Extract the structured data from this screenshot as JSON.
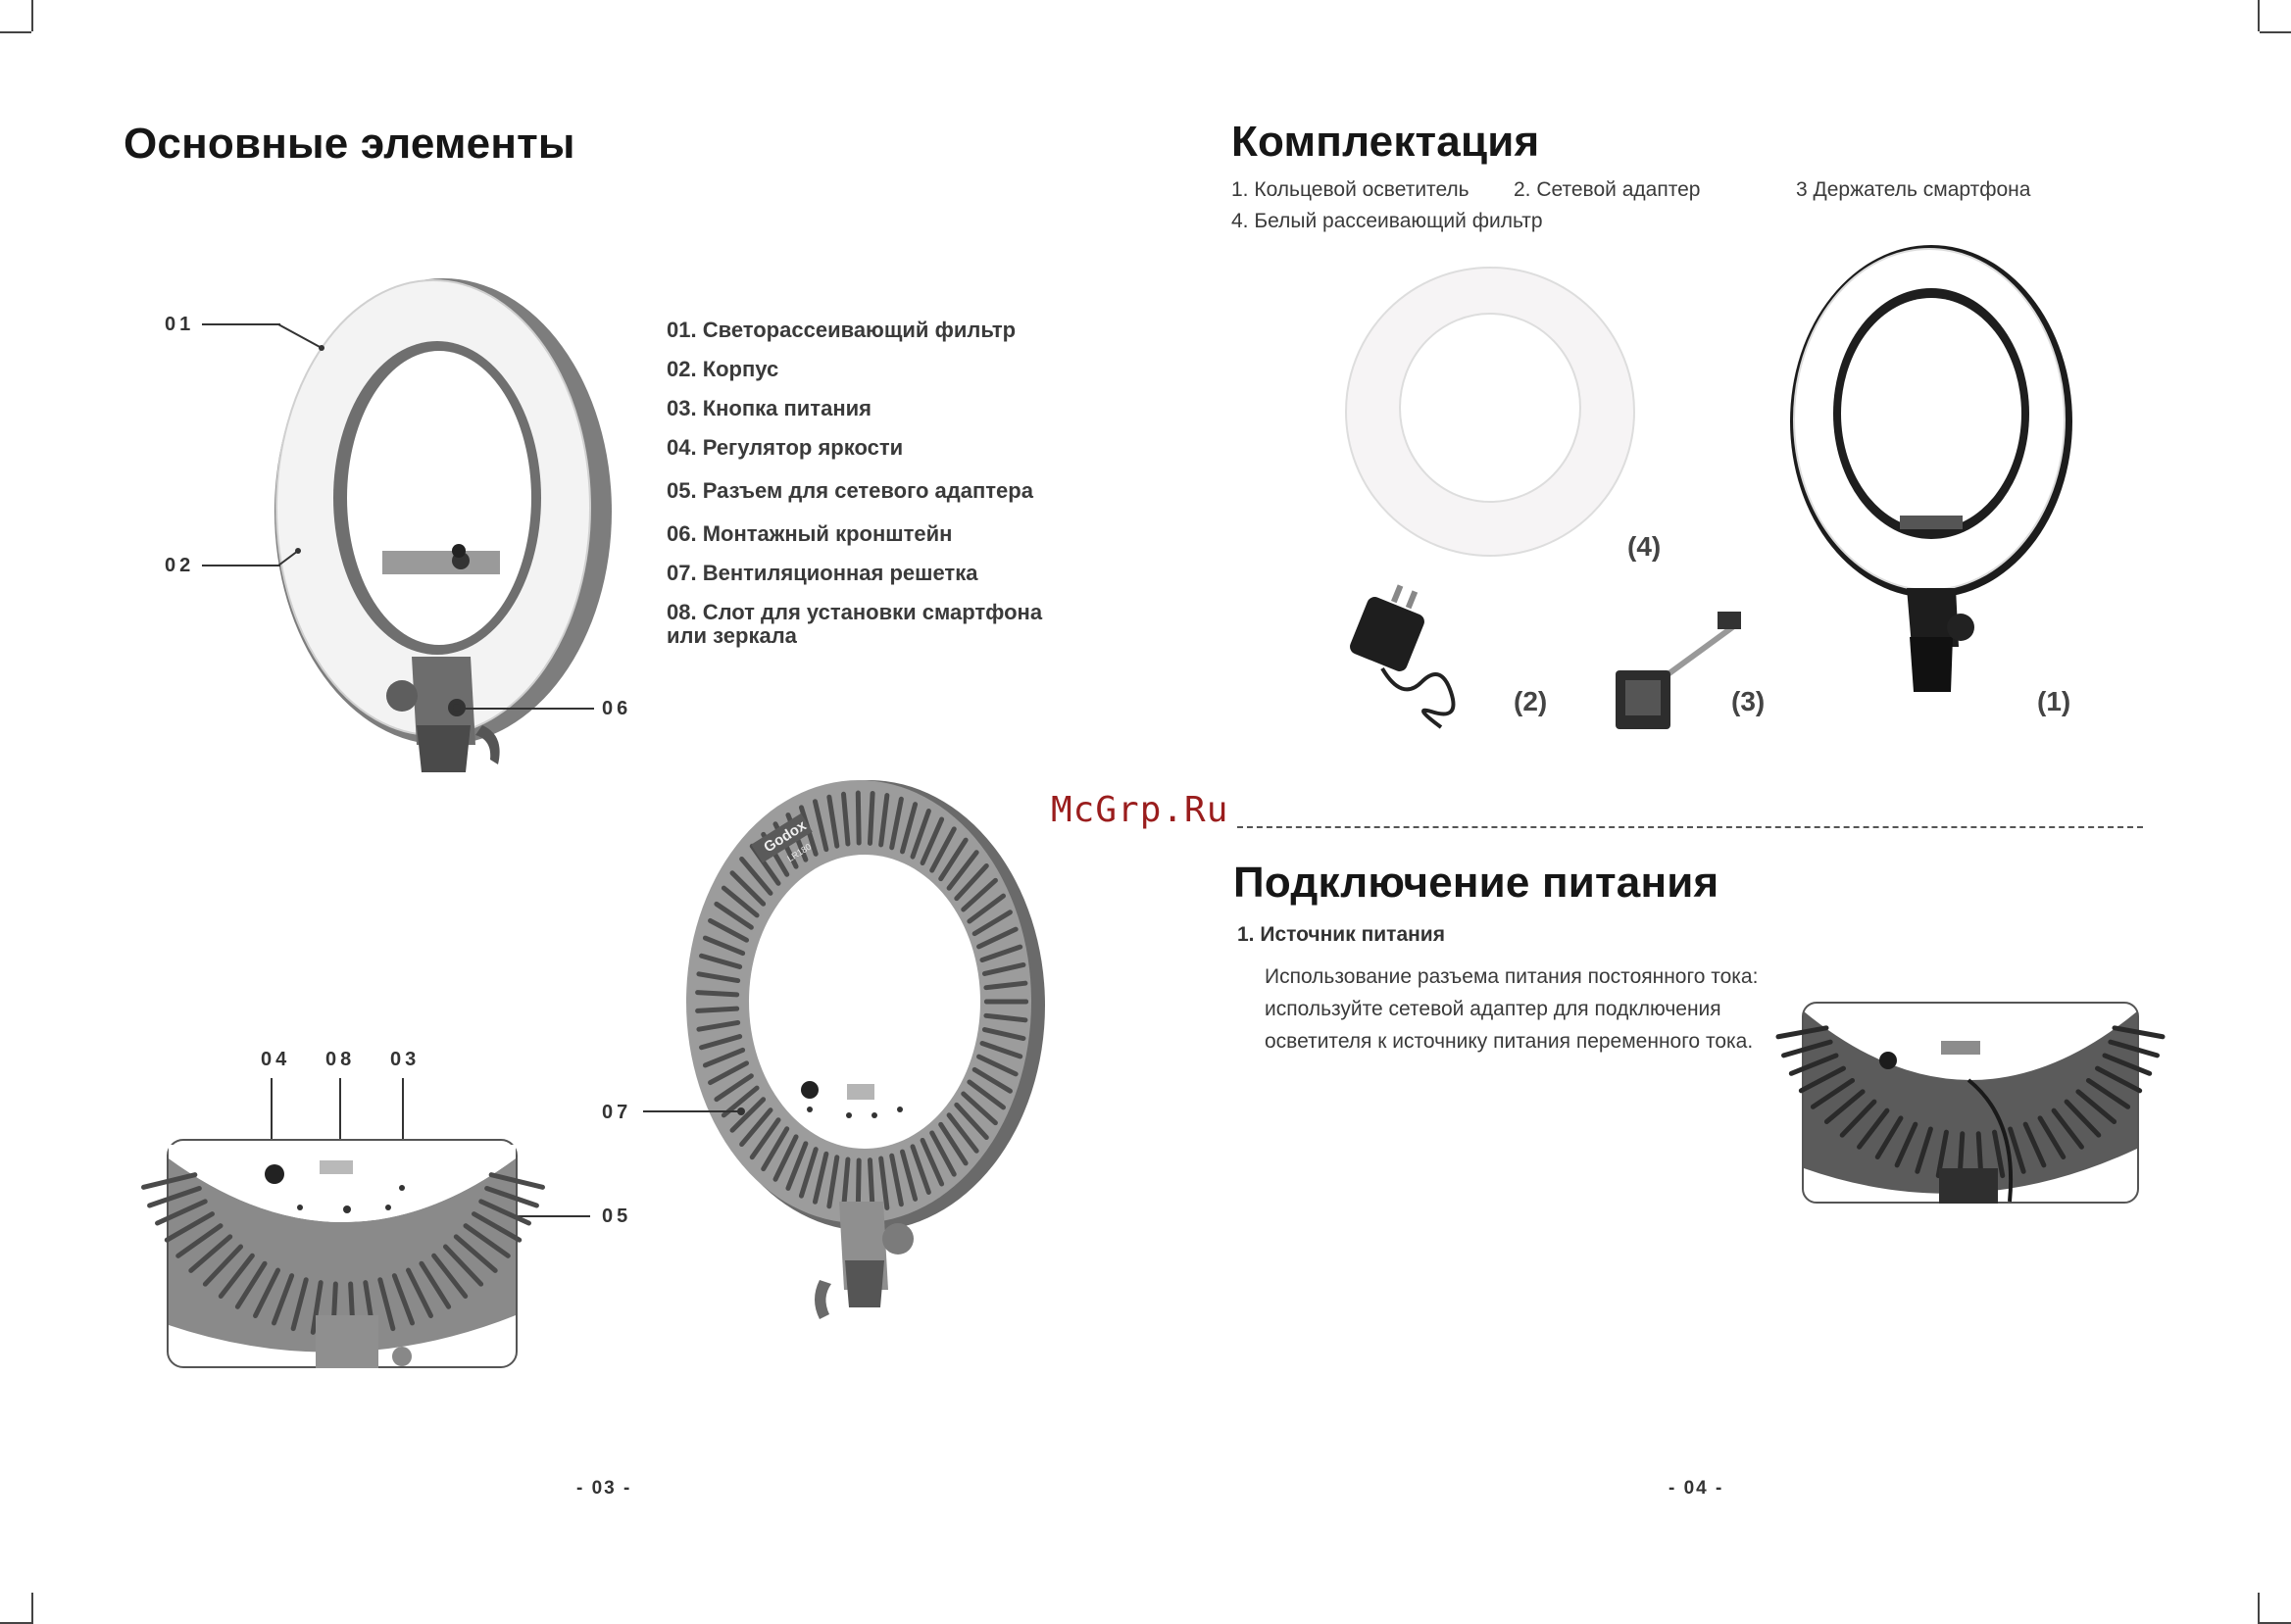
{
  "left_page": {
    "title": "Основные элементы",
    "callouts": {
      "c01": "01",
      "c02": "02",
      "c06": "06",
      "c04": "04",
      "c08": "08",
      "c03": "03",
      "c07": "07",
      "c05": "05"
    },
    "parts": [
      "01. Светорассеивающий фильтр",
      "02. Корпус",
      "03. Кнопка питания",
      "04. Регулятор яркости",
      "05. Разъем для сетевого адаптера",
      "06. Монтажный кронштейн",
      "07. Вентиляционная решетка",
      "08. Слот для установки смартфона",
      "или зеркала"
    ],
    "logo": {
      "brand": "Godox",
      "model": "LR180"
    },
    "page_number": "- 03 -"
  },
  "right_page": {
    "title": "Комплектация",
    "contents": {
      "item1": "1. Кольцевой осветитель",
      "item2": "2. Сетевой адаптер",
      "item3": "3 Держатель смартфона",
      "item4": "4. Белый рассеивающий фильтр"
    },
    "labels": {
      "l4": "(4)",
      "l2": "(2)",
      "l3": "(3)",
      "l1": "(1)"
    },
    "power_title": "Подключение питания",
    "power_subhead": "1. Источник питания",
    "power_text": [
      "Использование разъема питания постоянного тока:",
      "используйте сетевой адаптер для подключения",
      "осветителя к источнику питания переменного тока."
    ],
    "page_number": "- 04 -"
  },
  "watermark": "McGrp.Ru",
  "colors": {
    "text": "#1a1a1a",
    "watermark": "#9a1d1d",
    "ring_body": "#8a8a8a",
    "filter": "#f4f4f4"
  }
}
